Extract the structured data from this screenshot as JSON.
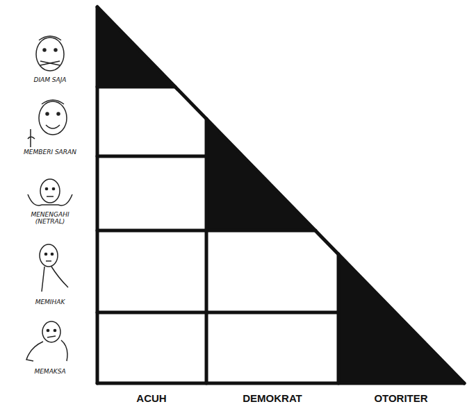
{
  "diagram": {
    "labels": [
      "DIAM SAJA",
      "MEMBERI SARAN",
      "MENENGAHI (NETRAL)",
      "MEMIHAK",
      "MEMAKSA",
      "ACUH",
      "DEMOKRAT",
      "OTORITER"
    ]
  }
}
